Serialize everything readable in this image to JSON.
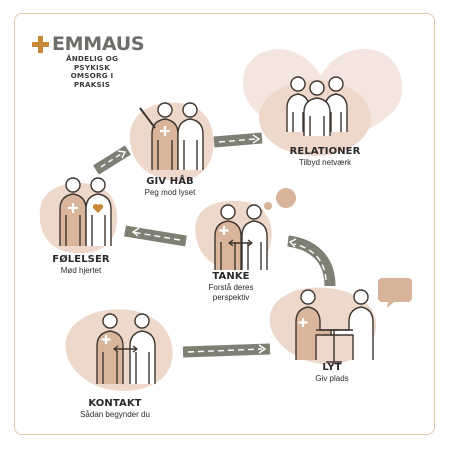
{
  "brand": {
    "name": "EMMAUS",
    "tagline": [
      "ÅNDELIG OG",
      "PSYKISK",
      "OMSORG I",
      "PRAKSIS"
    ]
  },
  "steps": {
    "relationer": {
      "title": "RELATIONER",
      "subtitle": "Tilbyd netværk"
    },
    "giv_haab": {
      "title": "GIV HÅB",
      "subtitle": "Peg mod lyset"
    },
    "foelelser": {
      "title": "FØLELSER",
      "subtitle": "Mød hjertet"
    },
    "tanke": {
      "title": "TANKE",
      "subtitle_lines": [
        "Forstå deres",
        "perspektiv"
      ]
    },
    "lyt": {
      "title": "LYT",
      "subtitle": "Giv plads"
    },
    "kontakt": {
      "title": "KONTAKT",
      "subtitle": "Sådan begynder du"
    }
  },
  "colors": {
    "blob": "#f2e3d8",
    "accent": "#c9873a",
    "road": "#7d8073",
    "line": "#3e3630",
    "frame": "#e2c9ad"
  },
  "icons": [
    "plus-icon",
    "heart-icon",
    "arrow-icon",
    "thought-bubble-icon",
    "speech-bubble-icon"
  ]
}
